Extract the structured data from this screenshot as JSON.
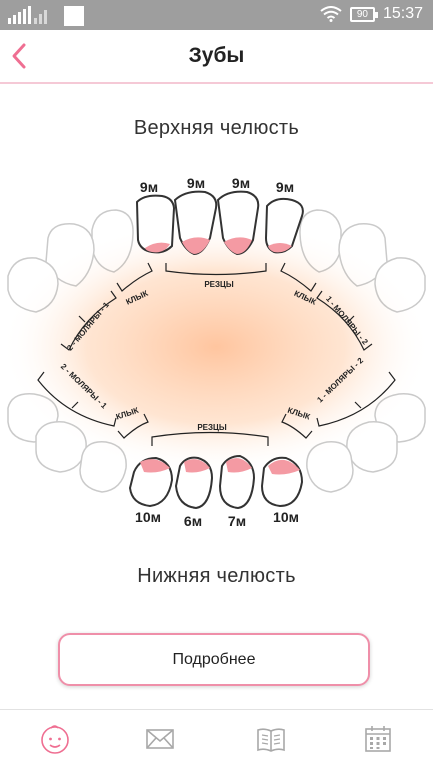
{
  "status_bar": {
    "time": "15:37",
    "battery": "90",
    "icons": [
      "signal-icon",
      "notification-square-icon",
      "wifi-icon",
      "battery-icon"
    ]
  },
  "app_bar": {
    "title": "Зубы",
    "back_icon": "chevron-left-icon",
    "accent_color": "#ef6f92"
  },
  "upper_jaw": {
    "title": "Верхняя челюсть",
    "incisor_ages": [
      "9м",
      "9м",
      "9м",
      "9м"
    ],
    "labels": {
      "incisors": "РЕЗЦЫ",
      "canine_left": "КЛЫК",
      "canine_right": "КЛЫК",
      "molars_left": "2 - МОЛЯРЫ - 1",
      "molars_right": "1 - МОЛЯРЫ - 2"
    }
  },
  "lower_jaw": {
    "title": "Нижняя челюсть",
    "incisor_ages": [
      "10м",
      "6м",
      "7м",
      "10м"
    ],
    "labels": {
      "incisors": "РЕЗЦЫ",
      "canine_left": "КЛЫК",
      "canine_right": "КЛЫК",
      "molars_left": "2 - МОЛЯРЫ - 1",
      "molars_right": "1 - МОЛЯРЫ - 2"
    }
  },
  "details_button": {
    "label": "Подробнее"
  },
  "bottom_nav": [
    {
      "icon": "baby-face-icon",
      "active": true
    },
    {
      "icon": "envelope-icon",
      "active": false
    },
    {
      "icon": "book-icon",
      "active": false
    },
    {
      "icon": "calendar-icon",
      "active": false
    }
  ]
}
